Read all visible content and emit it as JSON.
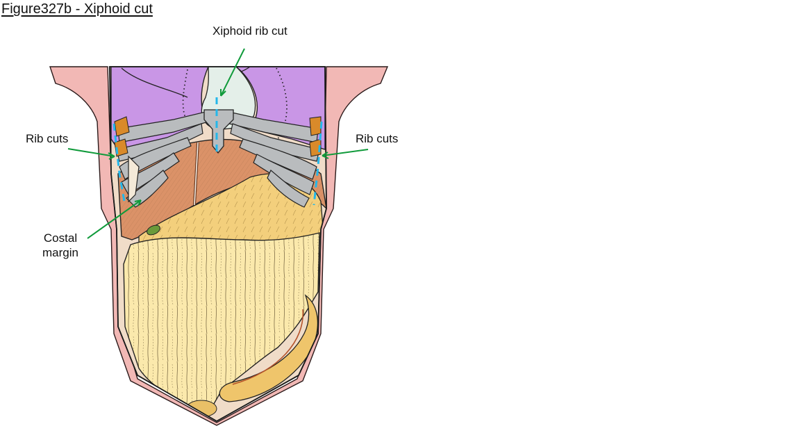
{
  "figure": {
    "title": "Figure327b - Xiphoid cut"
  },
  "labels": {
    "xiphoid": "Xiphoid rib cut",
    "rib_cuts_left": "Rib cuts",
    "rib_cuts_right": "Rib cuts",
    "costal_line1": "Costal",
    "costal_line2": "margin"
  },
  "colors": {
    "skin": "#f2b8b5",
    "lung": "#c996e6",
    "heart_pericardium": "#e4efe9",
    "rib": "#b9bcbe",
    "liver": "#db9268",
    "stomach": "#f3cf7c",
    "omentum": "#fbe9ac",
    "colon": "#efc56b",
    "cut_line": "#24b7ea",
    "arrow": "#0f9a3a",
    "gallbladder": "#6b9a3a"
  }
}
